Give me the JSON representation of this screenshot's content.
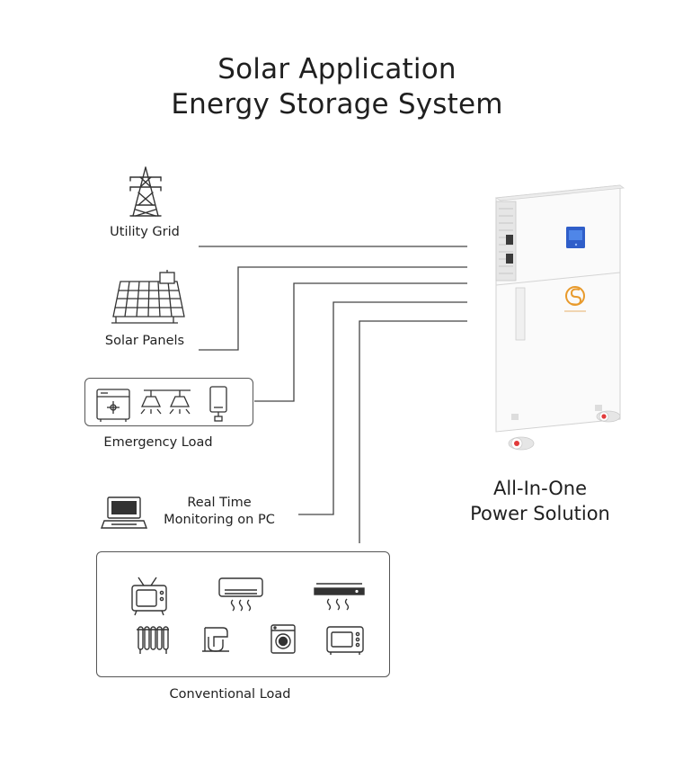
{
  "title": {
    "line1": "Solar Application",
    "line2": "Energy Storage System"
  },
  "sources": {
    "utility_grid": "Utility Grid",
    "solar_panels": "Solar Panels",
    "emergency_load": "Emergency Load",
    "monitoring_line1": "Real Time",
    "monitoring_line2": "Monitoring on PC",
    "conventional_load": "Conventional Load"
  },
  "product": {
    "caption_line1": "All-In-One",
    "caption_line2": "Power Solution",
    "display_color": "#2f5ec9",
    "logo_color": "#e89a2c"
  },
  "icons": {
    "utility_grid": "transmission-tower-icon",
    "solar_panels": "solar-panel-icon",
    "emergency_load": [
      "fridge-icon",
      "ceiling-lamp-icon",
      "ceiling-lamp-icon",
      "phone-charger-icon"
    ],
    "monitoring": "laptop-icon",
    "conventional_load": [
      "tv-icon",
      "air-conditioner-icon",
      "range-hood-icon",
      "radiator-icon",
      "stand-mixer-icon",
      "washing-machine-icon",
      "oven-icon"
    ]
  },
  "line_color": "#444444"
}
